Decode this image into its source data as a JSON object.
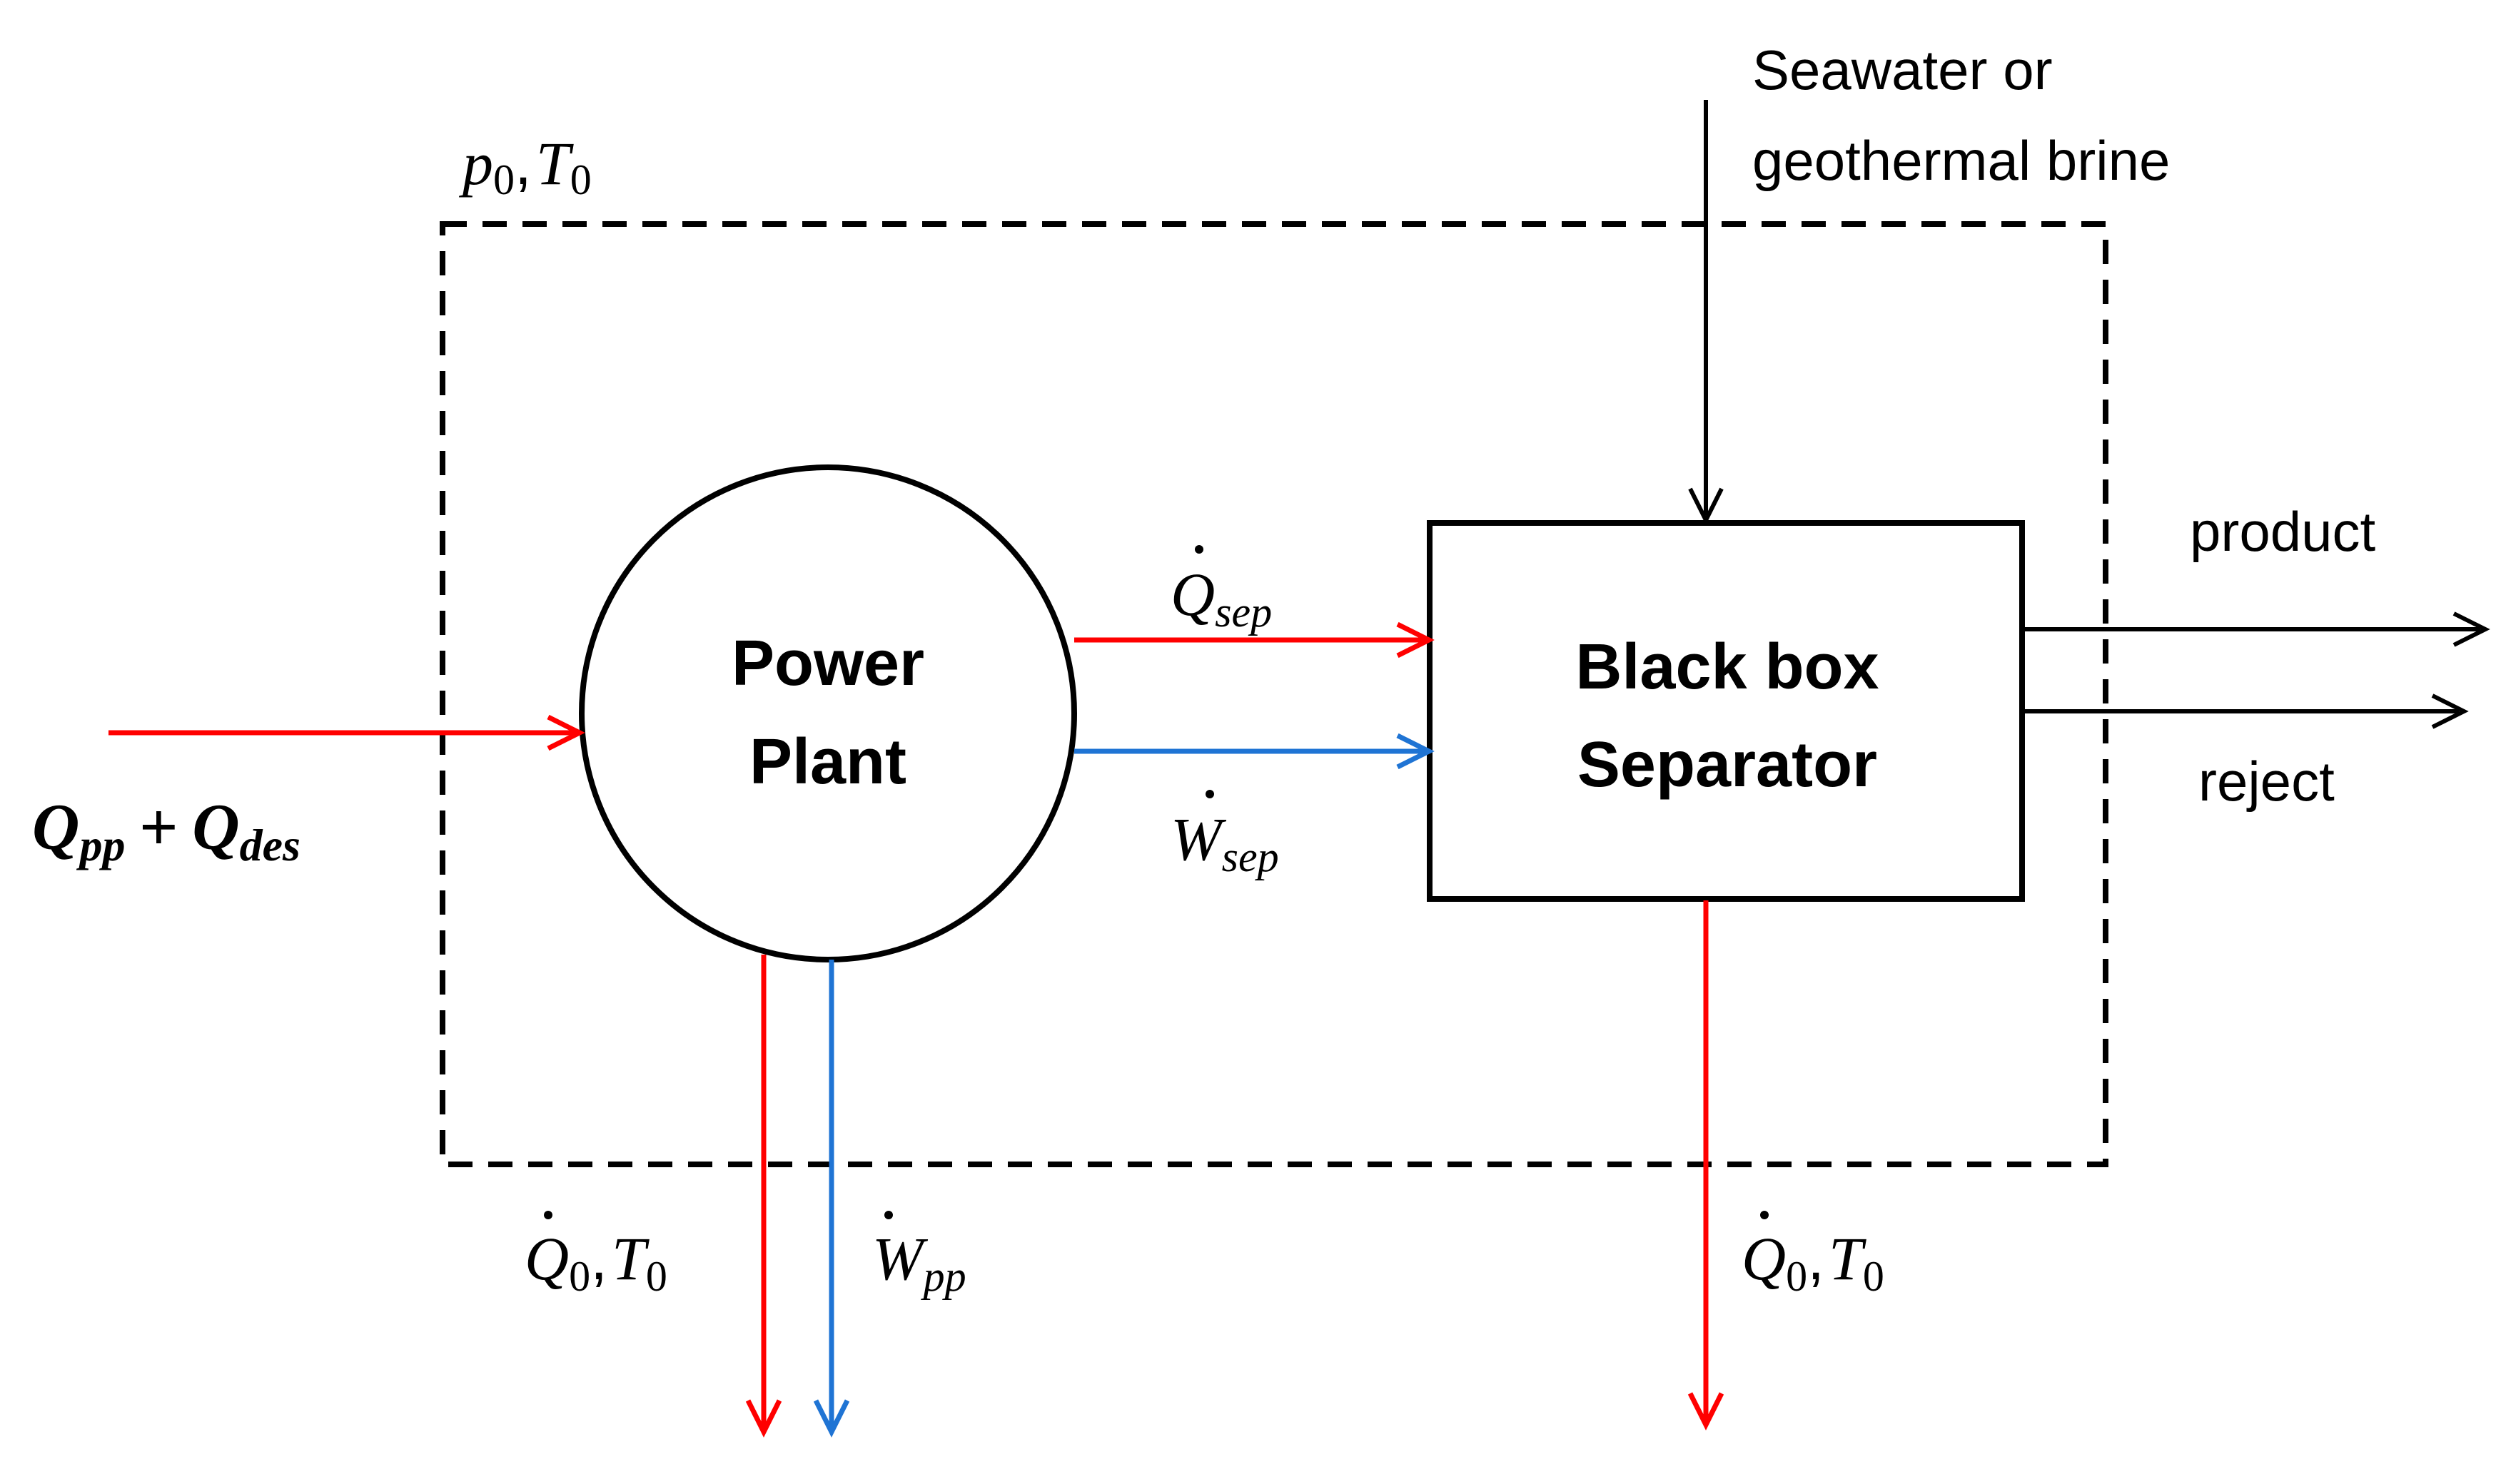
{
  "environment": {
    "label": "p_0, T_0",
    "p_symbol": "p",
    "p_sub": "0",
    "comma": ",",
    "T_symbol": "T",
    "T_sub": "0"
  },
  "input": {
    "Q1": "Q",
    "Q1_sub": "pp",
    "plus": "+",
    "Q2": "Q",
    "Q2_sub": "des"
  },
  "power_plant": {
    "line1": "Power",
    "line2": "Plant"
  },
  "separator": {
    "line1": "Black box",
    "line2": "Separator"
  },
  "feed": {
    "line1": "Seawater or",
    "line2": "geothermal brine"
  },
  "outputs": {
    "product": "product",
    "reject": "reject"
  },
  "q_sep": {
    "symbol": "Q",
    "sub": "sep"
  },
  "w_sep": {
    "symbol": "W",
    "sub": "sep"
  },
  "q0_pp": {
    "symbol": "Q",
    "sub": "0",
    "comma": ",",
    "T": "T",
    "T_sub": "0"
  },
  "w_pp": {
    "symbol": "W",
    "sub": "pp"
  },
  "q0_sep": {
    "symbol": "Q",
    "sub": "0",
    "comma": ",",
    "T": "T",
    "T_sub": "0"
  },
  "colors": {
    "heat": "#ff0000",
    "work": "#1f74d4",
    "black": "#000000"
  }
}
